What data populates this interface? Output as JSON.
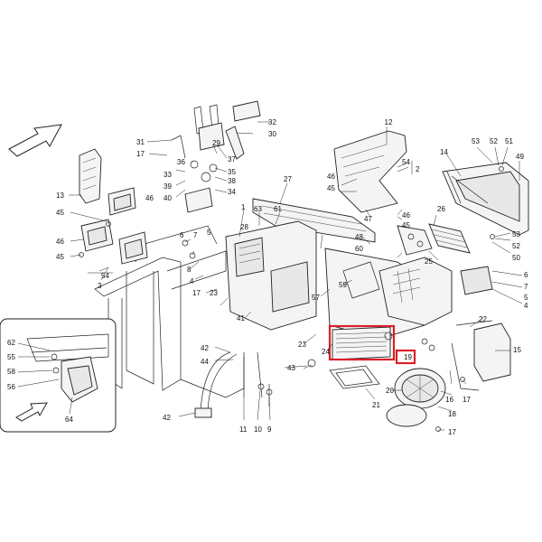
{
  "colors": {
    "highlight": "#d9202a",
    "line": "#222222",
    "fill": "#f4f4f4"
  },
  "icons": {
    "direction_arrow": "arrow-icon",
    "inset_arrow": "arrow-icon"
  },
  "callouts": {
    "c1": "1",
    "c2": "2",
    "c3": "3",
    "c4": "4",
    "c5": "5",
    "c6": "6",
    "c7": "7",
    "c8": "8",
    "c9": "9",
    "c10": "10",
    "c11": "11",
    "c12": "12",
    "c13": "13",
    "c14": "14",
    "c15": "15",
    "c16": "16",
    "c17": "17",
    "c18": "18",
    "c19": "19",
    "c20": "20",
    "c21": "21",
    "c22": "22",
    "c23": "23",
    "c24": "24",
    "c25": "25",
    "c26": "26",
    "c27": "27",
    "c28": "28",
    "c29": "29",
    "c30": "30",
    "c31": "31",
    "c32": "32",
    "c33": "33",
    "c34": "34",
    "c35": "35",
    "c36": "36",
    "c37": "37",
    "c38": "38",
    "c39": "39",
    "c40": "40",
    "c41": "41",
    "c42": "42",
    "c43": "43",
    "c44": "44",
    "c45": "45",
    "c46": "46",
    "c47": "47",
    "c48": "48",
    "c49": "49",
    "c50": "50",
    "c51": "51",
    "c52": "52",
    "c53": "53",
    "c54": "54",
    "c55": "55",
    "c56": "56",
    "c57": "57",
    "c58": "58",
    "c59": "59",
    "c60": "60",
    "c61": "61",
    "c62": "62",
    "c63": "63",
    "c64": "64"
  }
}
